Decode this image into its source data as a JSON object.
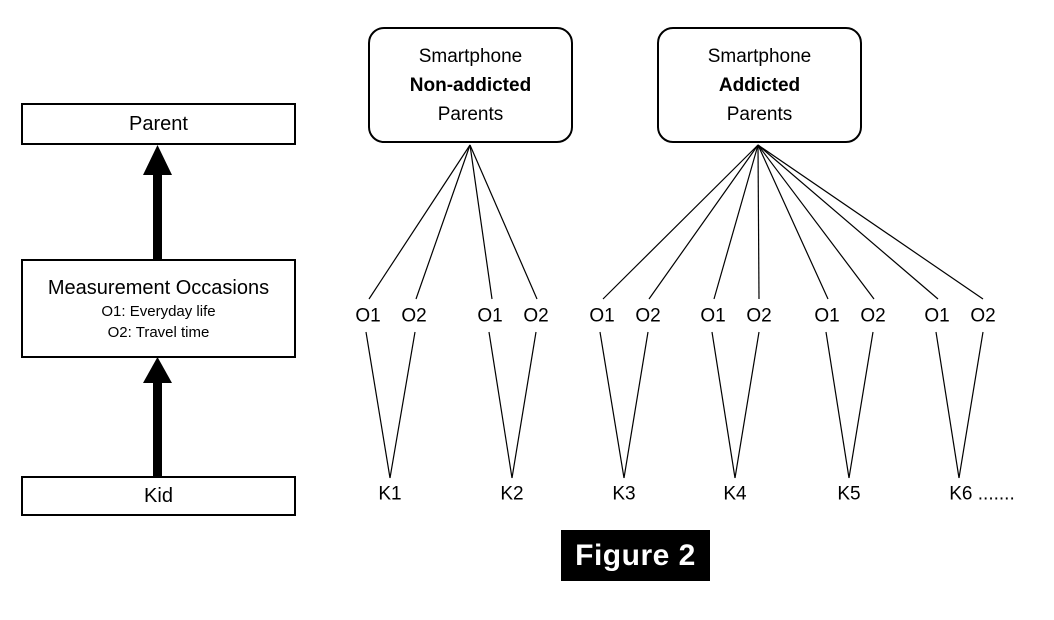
{
  "figure": {
    "caption": "Figure 2"
  },
  "legend": {
    "parent_box": {
      "title": "Parent"
    },
    "measurement_box": {
      "title": "Measurement Occasions",
      "line1": "O1: Everyday life",
      "line2": "O2: Travel time"
    },
    "kid_box": {
      "title": "Kid"
    }
  },
  "groups": [
    {
      "id": "non-addicted",
      "line1": "Smartphone",
      "line2": "Non-addicted",
      "line3": "Parents"
    },
    {
      "id": "addicted",
      "line1": "Smartphone",
      "line2": "Addicted",
      "line3": "Parents"
    }
  ],
  "occasions": [
    {
      "label": "O1"
    },
    {
      "label": "O2"
    },
    {
      "label": "O1"
    },
    {
      "label": "O2"
    },
    {
      "label": "O1"
    },
    {
      "label": "O2"
    },
    {
      "label": "O1"
    },
    {
      "label": "O2"
    },
    {
      "label": "O1"
    },
    {
      "label": "O2"
    },
    {
      "label": "O1"
    },
    {
      "label": "O2"
    }
  ],
  "kids": [
    {
      "label": "K1"
    },
    {
      "label": "K2"
    },
    {
      "label": "K3"
    },
    {
      "label": "K4"
    },
    {
      "label": "K5"
    },
    {
      "label": "K6 ......."
    }
  ],
  "colors": {
    "stroke": "#000000",
    "background": "#ffffff",
    "badge_background": "#000000",
    "badge_text": "#ffffff"
  },
  "chart_data": {
    "type": "diagram",
    "title": "Figure 2",
    "description": "Multilevel nesting structure: kids nested within measurement occasions nested within parents, split by smartphone addiction group.",
    "levels": [
      "Parent",
      "Measurement Occasions",
      "Kid"
    ],
    "group_assignments": [
      {
        "group": "Smartphone Non-addicted Parents",
        "kids": [
          "K1",
          "K2"
        ],
        "occasions_per_kid": [
          "O1",
          "O2"
        ]
      },
      {
        "group": "Smartphone Addicted Parents",
        "kids": [
          "K3",
          "K4",
          "K5",
          "K6 ......."
        ],
        "occasions_per_kid": [
          "O1",
          "O2"
        ]
      }
    ]
  }
}
